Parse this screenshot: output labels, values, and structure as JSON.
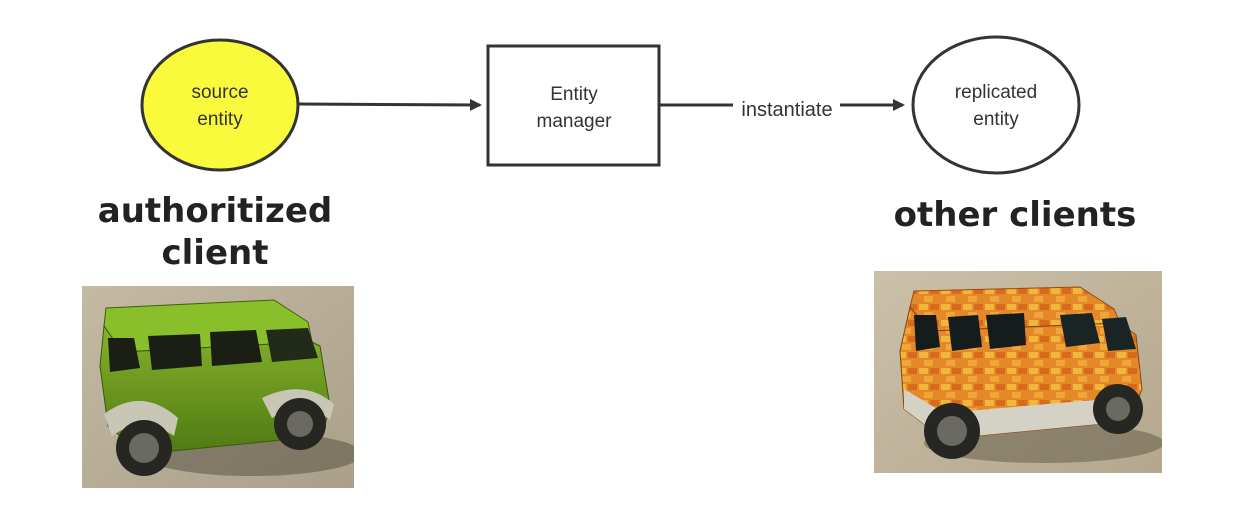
{
  "nodes": {
    "source": {
      "line1": "source",
      "line2": "entity",
      "fill": "#fafa3c"
    },
    "manager": {
      "line1": "Entity",
      "line2": "manager"
    },
    "replicated": {
      "line1": "replicated",
      "line2": "entity"
    }
  },
  "edges": {
    "instantiate_label": "instantiate"
  },
  "captions": {
    "authorized": "authoritized\nclient",
    "others": "other clients"
  },
  "images": {
    "authorized_car": "green-car-image",
    "other_car": "orange-brick-car-image"
  },
  "colors": {
    "source_fill": "#fafa3c",
    "stroke": "#333333",
    "green_car": "#6a9a1e",
    "orange_car": "#e07a1c",
    "image_background": "#b8ae98"
  }
}
